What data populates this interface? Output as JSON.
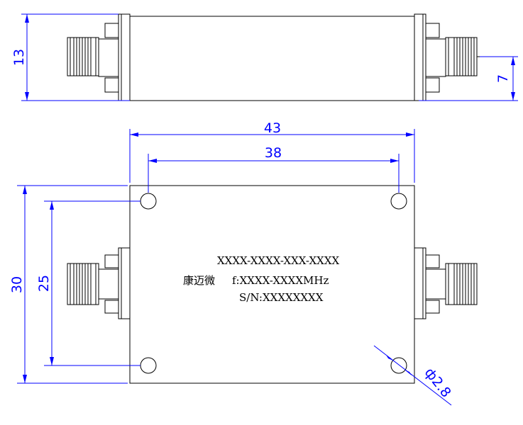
{
  "dimensions": {
    "height": "13",
    "port_offset": "7",
    "length": "43",
    "hole_spacing_x": "38",
    "width": "30",
    "hole_spacing_y": "25",
    "hole_diameter": "ф2.8"
  },
  "label": {
    "part_number": "XXXX-XXXX-XXX-XXXX",
    "brand": "康迈微",
    "frequency": "f:XXXX-XXXXMHz",
    "serial": "S/N:XXXXXXXX"
  },
  "colors": {
    "dimension": "#0000ff",
    "outline": "#000000"
  }
}
